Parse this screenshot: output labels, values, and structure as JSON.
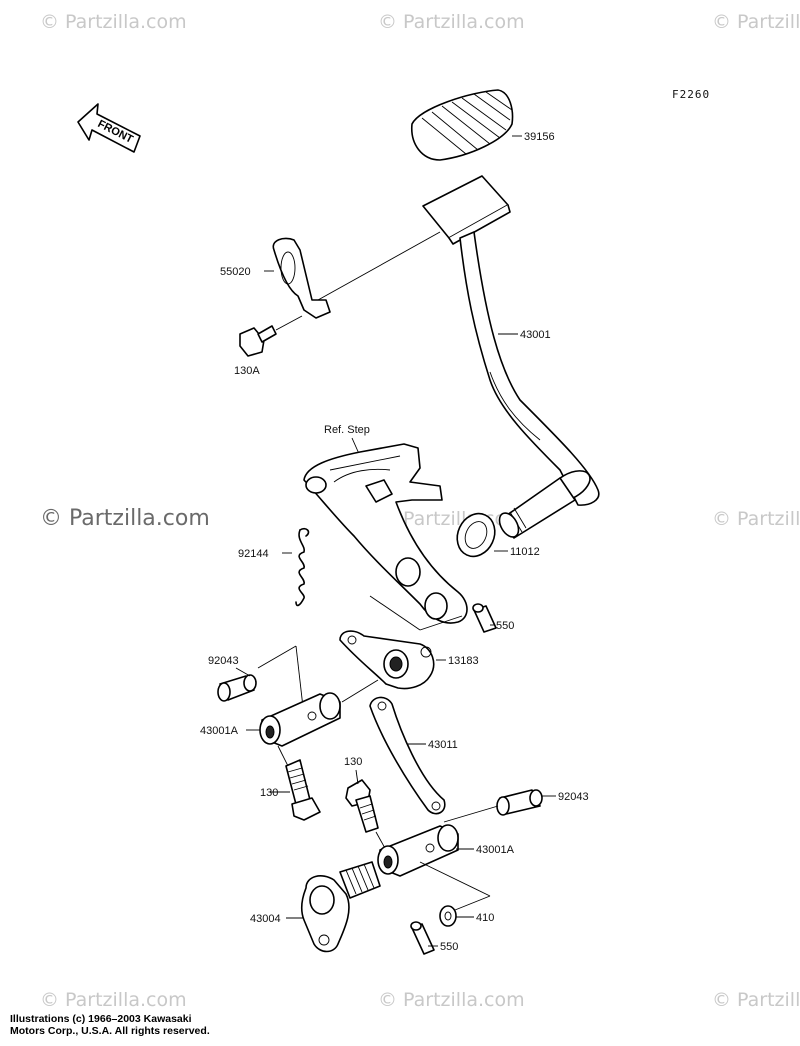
{
  "figure_code": "F2260",
  "front_label": "FRONT",
  "ref_label": "Ref. Step",
  "watermark_text": "© Partzilla.com",
  "parts": {
    "p39156": "39156",
    "p55020": "55020",
    "p130A": "130A",
    "p43001": "43001",
    "p92144": "92144",
    "p11012": "11012",
    "p550a": "550",
    "p92043a": "92043",
    "p13183": "13183",
    "p43001A_a": "43001A",
    "p43011": "43011",
    "p130a": "130",
    "p130b": "130",
    "p92043b": "92043",
    "p43001A_b": "43001A",
    "p43004": "43004",
    "p410": "410",
    "p550b": "550"
  },
  "copyright": {
    "line1": "Illustrations (c) 1966–2003 Kawasaki",
    "line2": "Motors Corp., U.S.A.  All rights reserved."
  }
}
